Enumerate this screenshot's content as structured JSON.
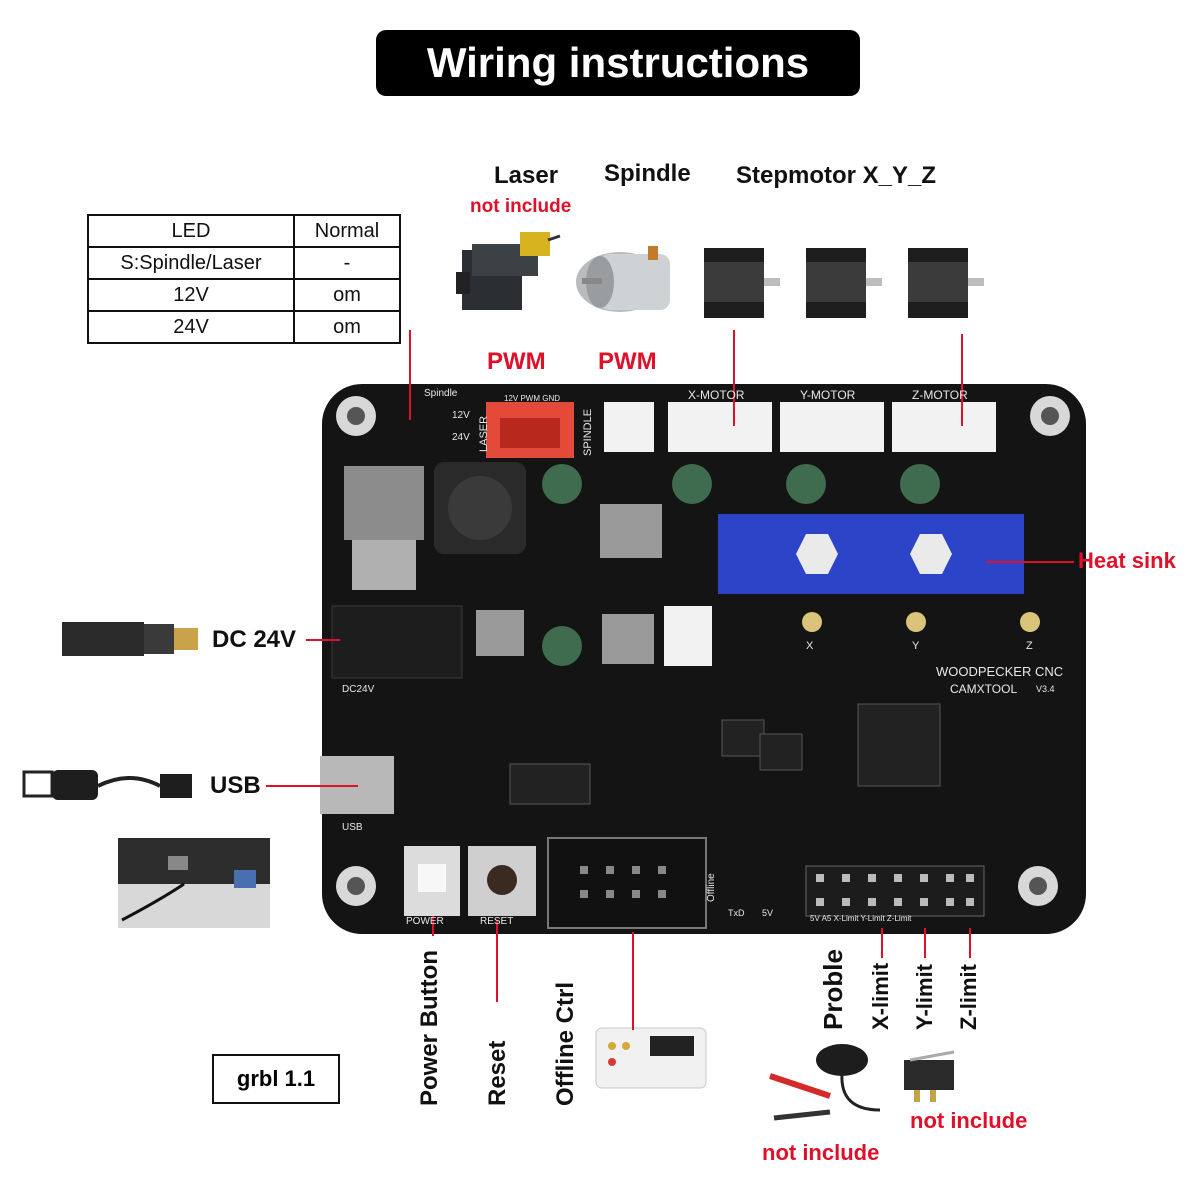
{
  "title": "Wiring instructions",
  "top_components": {
    "laser": {
      "label": "Laser",
      "note": "not include",
      "signal": "PWM"
    },
    "spindle": {
      "label": "Spindle",
      "signal": "PWM"
    },
    "stepmotor": {
      "label": "Stepmotor X_Y_Z"
    }
  },
  "led_table": {
    "headers": [
      "LED",
      "Normal"
    ],
    "rows": [
      [
        "S:Spindle/Laser",
        "-"
      ],
      [
        "12V",
        "om"
      ],
      [
        "24V",
        "om"
      ]
    ]
  },
  "side_labels": {
    "dc": "DC 24V",
    "usb": "USB",
    "heat_sink": "Heat sink"
  },
  "bottom_labels": {
    "power_button": "Power Button",
    "reset": "Reset",
    "offline_ctrl": "Offline Ctrl",
    "probe": "Proble",
    "x_limit": "X-limit",
    "y_limit": "Y-limit",
    "z_limit": "Z-limit",
    "not_include_probe": "not include",
    "not_include_switch": "not include"
  },
  "board_silk": {
    "x_motor": "X-MOTOR",
    "y_motor": "Y-MOTOR",
    "z_motor": "Z-MOTOR",
    "brand": "WOODPECKER CNC",
    "model": "CAMXTOOL",
    "version": "V3.4",
    "laser_conn": "LASER",
    "spindle_conn": "SPINDLE",
    "laser_pins": "12V PWM GND",
    "power": "POWER",
    "reset": "RESET",
    "offline": "Offline",
    "usb": "USB",
    "dc": "DC24V",
    "spindle_led": "Spindle",
    "v12": "12V",
    "v24": "24V",
    "txd": "TxD",
    "v5": "5V",
    "header_pins": "5V A5 X-Limit Y-Limit Z-Limit",
    "axis_x": "X",
    "axis_y": "Y",
    "axis_z": "Z"
  },
  "firmware": "grbl 1.1",
  "colors": {
    "accent_red": "#e0102a",
    "board": "#141414",
    "heatsink": "#2c44c8"
  }
}
